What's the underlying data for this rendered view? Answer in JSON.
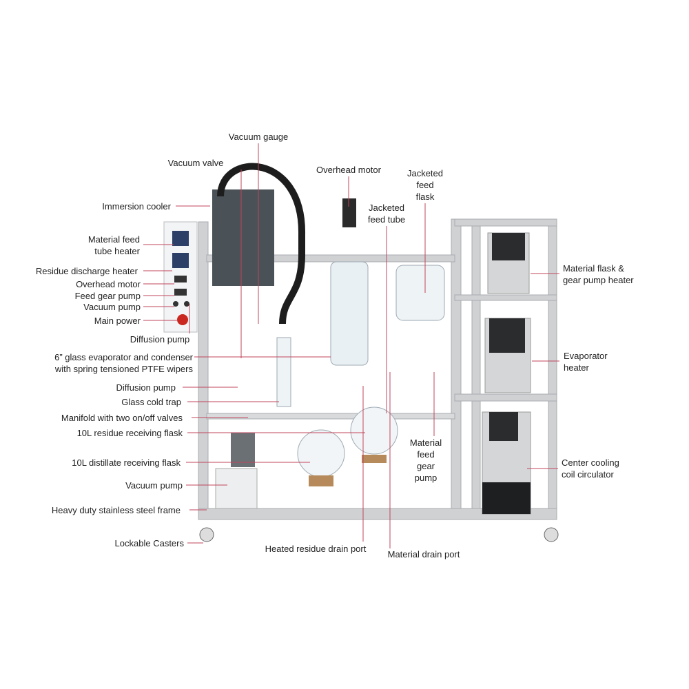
{
  "labels": {
    "vacuum_gauge": "Vacuum gauge",
    "vacuum_valve": "Vacuum valve",
    "overhead_motor_top": "Overhead motor",
    "jacketed_feed_flask": [
      "Jacketed",
      "feed",
      "flask"
    ],
    "jacketed_feed_tube": [
      "Jacketed",
      "feed tube"
    ],
    "immersion_cooler": "Immersion cooler",
    "material_feed_tube_heater": [
      "Material feed",
      "tube heater"
    ],
    "residue_discharge_heater": "Residue discharge heater",
    "overhead_motor_panel": "Overhead motor",
    "feed_gear_pump": "Feed gear pump",
    "vacuum_pump_panel": "Vacuum pump",
    "main_power": "Main power",
    "diffusion_pump_panel": "Diffusion pump",
    "evaporator_condenser": [
      "6” glass evaporator and condenser",
      "with spring tensioned PTFE wipers"
    ],
    "diffusion_pump": "Diffusion pump",
    "glass_cold_trap": "Glass cold trap",
    "manifold": "Manifold with two on/off valves",
    "residue_flask": "10L residue receiving flask",
    "distillate_flask": "10L distillate receiving flask",
    "vacuum_pump": "Vacuum pump",
    "frame": "Heavy duty stainless steel frame",
    "casters": "Lockable Casters",
    "heated_residue_drain": "Heated residue drain port",
    "material_drain": "Material drain port",
    "material_feed_gear_pump": [
      "Material",
      "feed",
      "gear",
      "pump"
    ],
    "material_flask_heater": [
      "Material flask &",
      "gear pump heater"
    ],
    "evaporator_heater": [
      "Evaporator",
      "heater"
    ],
    "center_cooling": [
      "Center cooling",
      "coil circulator"
    ]
  },
  "colors": {
    "leader": "#c2455b",
    "steel": "#c9cbcd",
    "cooler": "#4a5157",
    "hose": "#1d1d1d"
  }
}
